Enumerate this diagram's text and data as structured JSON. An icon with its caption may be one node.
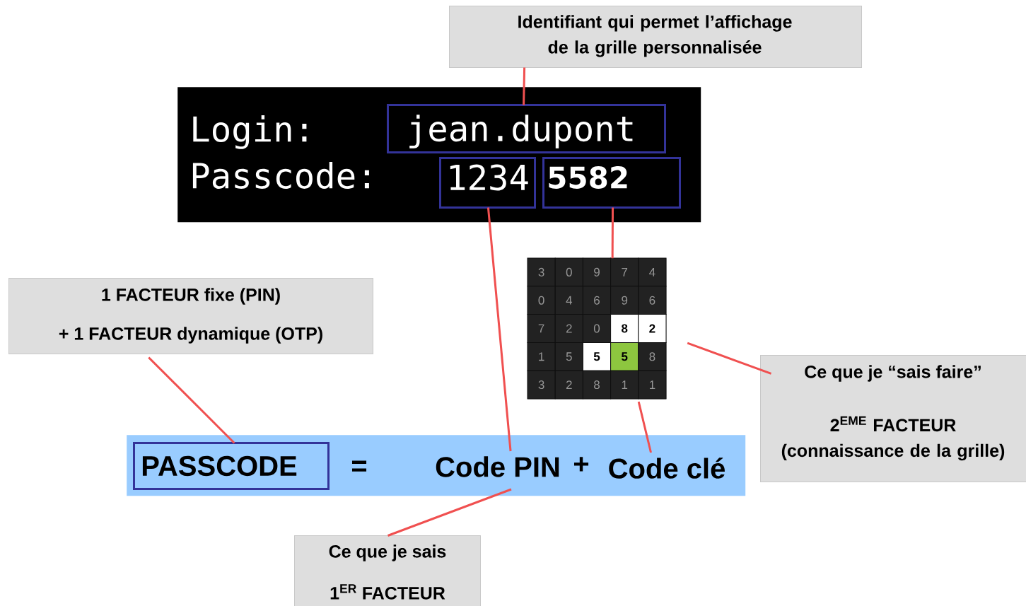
{
  "diagram": {
    "nodes": [
      {
        "text": [
          "Identifiant qui permet l’affichage de la grille personnalisée"
        ]
      },
      {
        "text": [
          "Login:",
          "Passcode:"
        ]
      },
      {
        "text": [
          "jean.dupont"
        ],
        "in": 1
      },
      {
        "text": [
          "1234"
        ],
        "in": 1
      },
      {
        "text": [
          "5582"
        ],
        "in": 1
      },
      {
        "text": [],
        "shape": "picture"
      },
      {
        "text": [
          "1 FACTEUR fixe (PIN)",
          "+ 1 FACTEUR dynamique (OTP)"
        ]
      },
      {
        "text": [
          "Ce que je “sais faire”",
          "2$^{EME}$ FACTEUR (connaissance de la grille)"
        ]
      },
      {
        "text": [
          "=",
          "+"
        ]
      },
      {
        "text": [
          "PASSCODE"
        ],
        "in": 8
      },
      {
        "text": [
          "Code PIN"
        ],
        "in": 8
      },
      {
        "text": [
          "Code clé"
        ],
        "in": 8
      },
      {
        "text": [
          "Ce que je sais",
          "1$^{ER}$ FACTEUR"
        ]
      }
    ],
    "edges": [
      {
        "from": 0,
        "to": 2,
        "arrow": "none"
      },
      {
        "from": 3,
        "to": 10,
        "arrow": "none"
      },
      {
        "from": 4,
        "to": 5,
        "arrow": "none"
      },
      {
        "from": 6,
        "to": 9,
        "arrow": "none"
      },
      {
        "from": 5,
        "to": 7,
        "arrow": "none"
      },
      {
        "from": 5,
        "to": 11,
        "arrow": "none"
      },
      {
        "from": 10,
        "to": 12,
        "arrow": "none"
      }
    ],
    "labels": [
      "3",
      "0",
      "9",
      "7",
      "4",
      "0",
      "4",
      "6",
      "9",
      "6",
      "7",
      "2",
      "0",
      "8",
      "2",
      "1",
      "5",
      "5",
      "5",
      "8",
      "3",
      "2",
      "8",
      "1",
      "1"
    ]
  }
}
